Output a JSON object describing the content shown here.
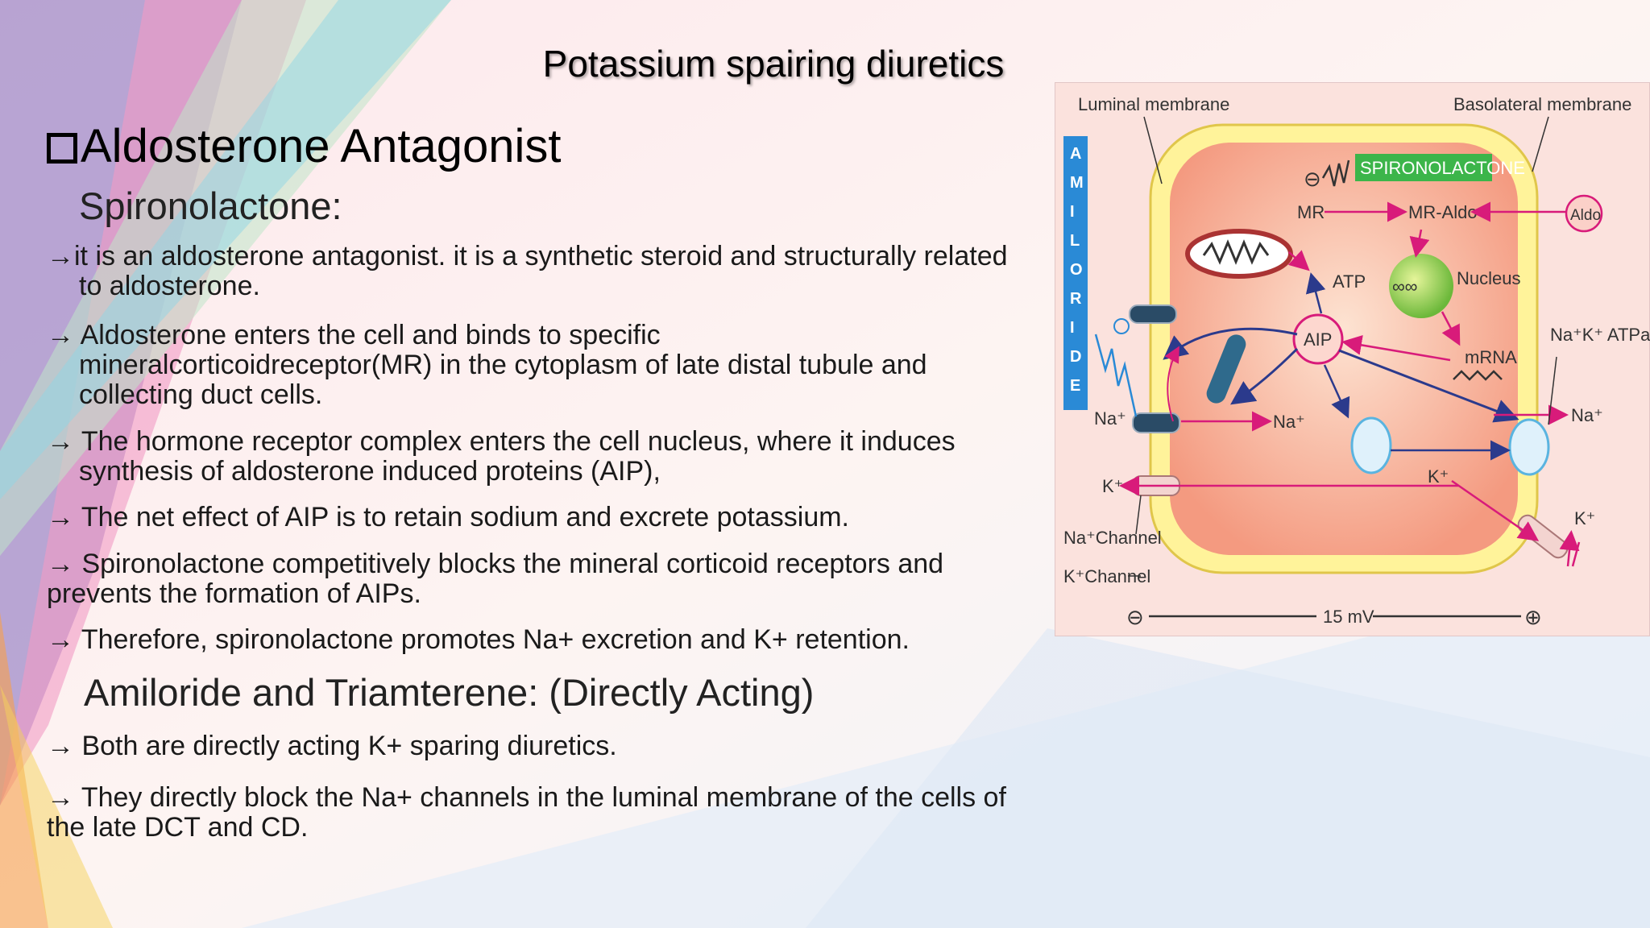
{
  "title": "Potassium spairing diuretics",
  "section_heading": "Aldosterone Antagonist",
  "subheadings": {
    "spironolactone": "Spironolactone:",
    "amiloride": "Amiloride and Triamterene: (Directly Acting)"
  },
  "bullets": [
    {
      "arrow": "→",
      "line1": "it is an aldosterone antagonist. it is a synthetic steroid and structurally related",
      "rest": [
        "to aldosterone."
      ]
    },
    {
      "arrow": "→",
      "line1": " Aldosterone enters the cell and binds to specific",
      "rest": [
        "mineralcorticoidreceptor(MR) in the cytoplasm of late distal tubule and",
        "collecting duct cells."
      ]
    },
    {
      "arrow": "→",
      "line1": " The hormone receptor complex enters the cell nucleus, where it induces",
      "rest": [
        "synthesis of aldosterone induced proteins (AIP),"
      ]
    },
    {
      "arrow": "→",
      "line1": " The net effect of AIP is to retain sodium and excrete potassium.",
      "rest": []
    },
    {
      "arrow": "→",
      "line1": " Spironolactone competitively blocks the mineral corticoid receptors and",
      "rest_noindent": [
        "prevents the formation of AIPs."
      ]
    },
    {
      "arrow": "→",
      "line1": " Therefore, spironolactone promotes Na+ excretion and K+ retention.",
      "rest": []
    }
  ],
  "bullets2": [
    {
      "arrow": "→",
      "line1": "  Both are directly acting K+ sparing diuretics.",
      "rest": []
    },
    {
      "arrow": "→",
      "line1": " They directly block the Na+ channels in the luminal membrane of the cells of",
      "rest_noindent": [
        "the late DCT and CD."
      ]
    }
  ],
  "figure": {
    "luminal": "Luminal membrane",
    "basolateral": "Basolateral membrane",
    "amiloride": [
      "A",
      "M",
      "I",
      "L",
      "O",
      "R",
      "I",
      "D",
      "E"
    ],
    "spironolactone": "SPIRONOLACTONE",
    "mr": "MR",
    "mr_aldo": "MR-Aldo",
    "aldo": "Aldo",
    "atp": "ATP",
    "nucleus": "Nucleus",
    "aip": "AIP",
    "mrna": "mRNA",
    "atpase": "Na⁺K⁺ ATPase",
    "na": "Na⁺",
    "k": "K⁺",
    "na_channel": "Na⁺Channel",
    "k_channel": "K⁺Channel",
    "voltage": "15 mV",
    "minus": "⊖",
    "plus": "⊕"
  },
  "colors": {
    "accent": "#d81b7a",
    "cell": "#f4a08a",
    "membrane": "#fff39a",
    "amiloride_bar": "#2a8ad6",
    "spiro_box": "#3cb54a"
  }
}
